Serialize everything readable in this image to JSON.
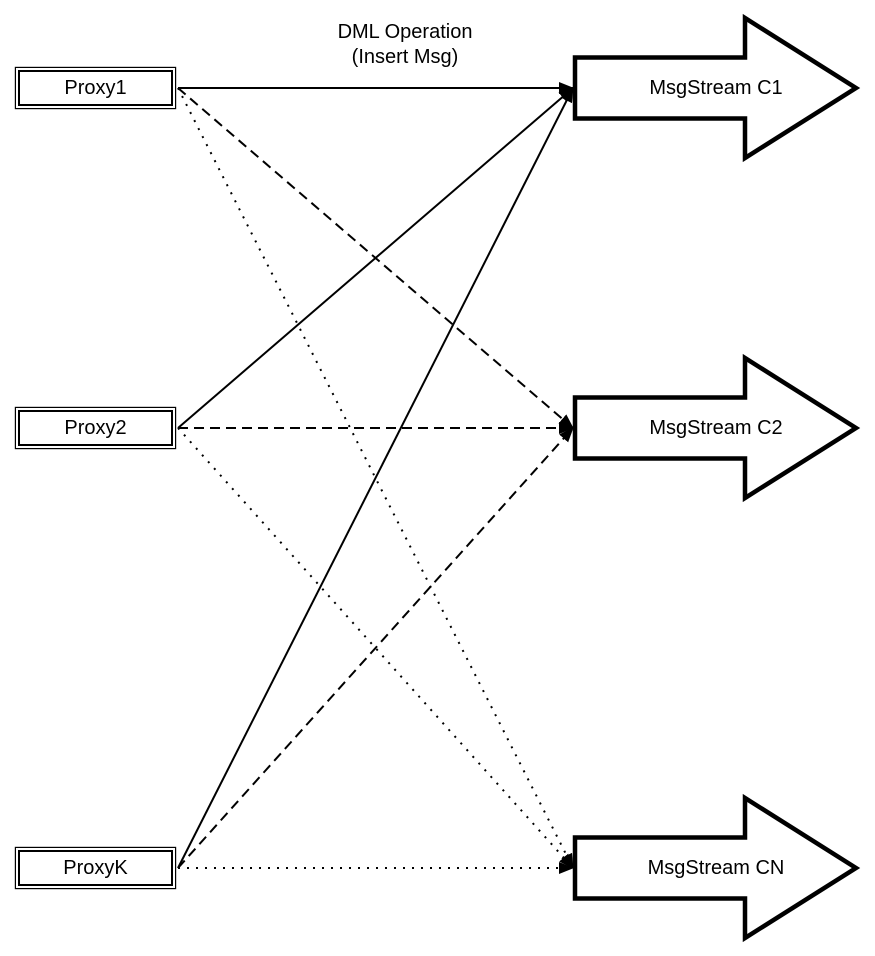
{
  "diagram": {
    "background_color": "#ffffff",
    "stroke_color": "#000000",
    "fill_color": "#ffffff",
    "edge_label": {
      "line1": "DML Operation",
      "line2": "(Insert Msg)"
    },
    "proxies": [
      {
        "id": "proxy1",
        "label": "Proxy1"
      },
      {
        "id": "proxy2",
        "label": "Proxy2"
      },
      {
        "id": "proxyk",
        "label": "ProxyK"
      }
    ],
    "streams": [
      {
        "id": "c1",
        "label": "MsgStream C1"
      },
      {
        "id": "c2",
        "label": "MsgStream C2"
      },
      {
        "id": "cn",
        "label": "MsgStream CN"
      }
    ],
    "connections": [
      {
        "from": "proxy1",
        "to": "c1",
        "style": "solid"
      },
      {
        "from": "proxy2",
        "to": "c1",
        "style": "solid"
      },
      {
        "from": "proxyk",
        "to": "c1",
        "style": "solid"
      },
      {
        "from": "proxy1",
        "to": "c2",
        "style": "dashed"
      },
      {
        "from": "proxy2",
        "to": "c2",
        "style": "dashed"
      },
      {
        "from": "proxyk",
        "to": "c2",
        "style": "dashed"
      },
      {
        "from": "proxy1",
        "to": "cn",
        "style": "dotted"
      },
      {
        "from": "proxy2",
        "to": "cn",
        "style": "dotted"
      },
      {
        "from": "proxyk",
        "to": "cn",
        "style": "dotted"
      }
    ]
  }
}
